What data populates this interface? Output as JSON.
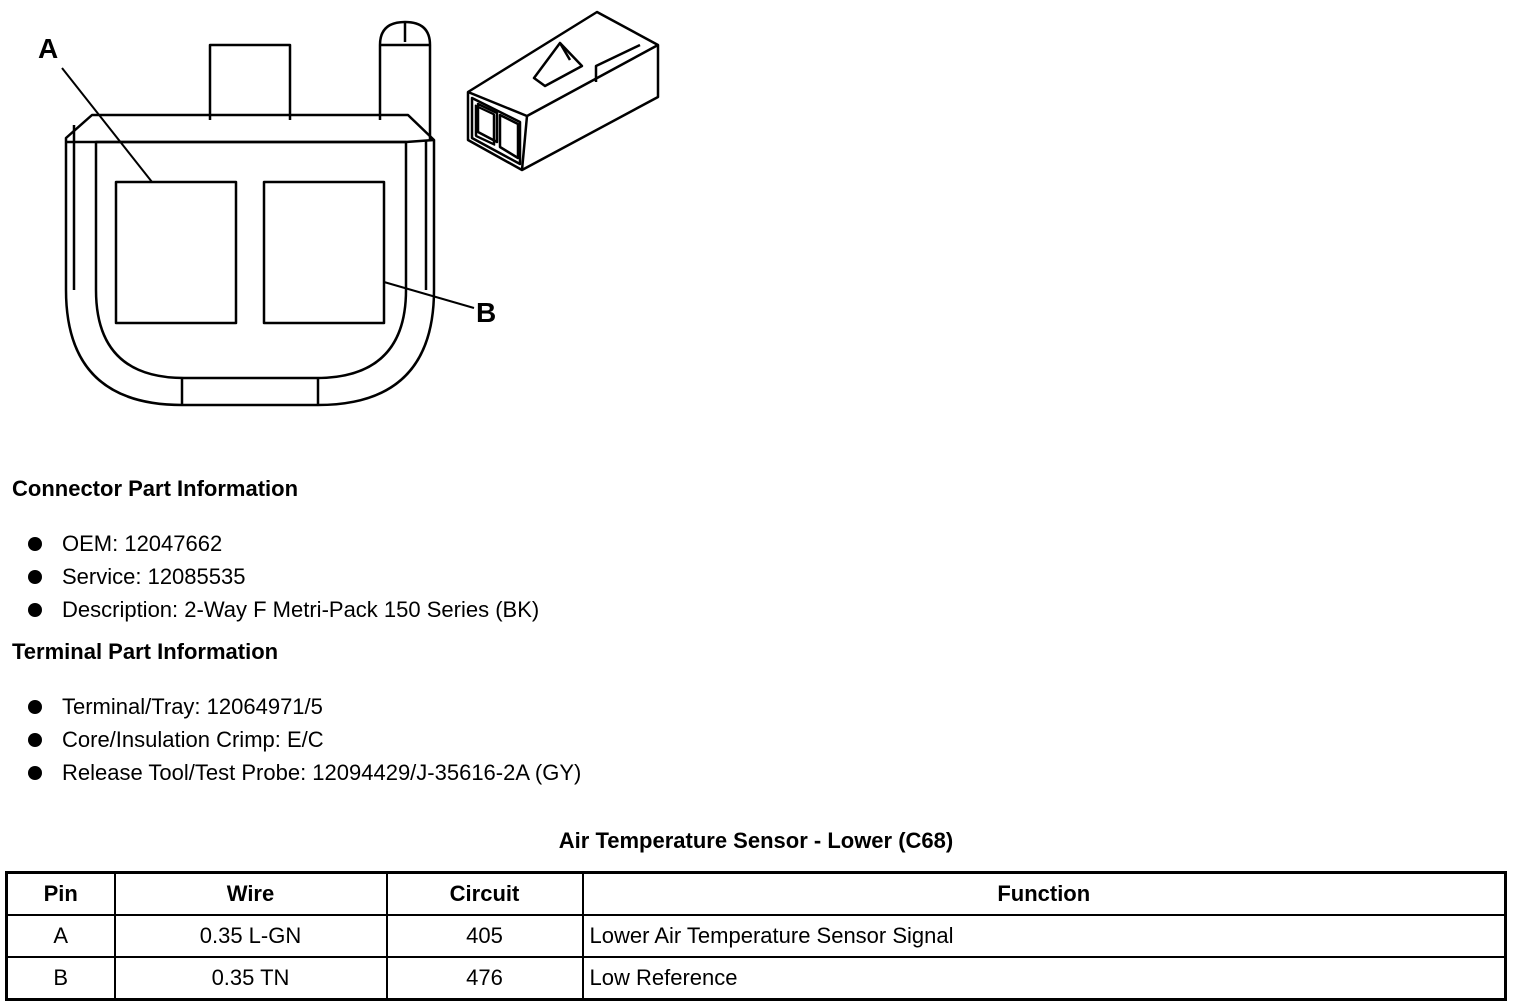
{
  "diagram": {
    "label_a": "A",
    "label_b": "B"
  },
  "connector": {
    "title": "Connector Part Information",
    "items": [
      "OEM: 12047662",
      "Service: 12085535",
      "Description: 2-Way F Metri-Pack 150 Series (BK)"
    ]
  },
  "terminal": {
    "title": "Terminal Part Information",
    "items": [
      "Terminal/Tray: 12064971/5",
      "Core/Insulation Crimp: E/C",
      "Release Tool/Test Probe: 12094429/J-35616-2A (GY)"
    ]
  },
  "table": {
    "title": "Air Temperature Sensor - Lower (C68)",
    "headers": [
      "Pin",
      "Wire",
      "Circuit",
      "Function"
    ],
    "rows": [
      [
        "A",
        "0.35 L-GN",
        "405",
        "Lower Air Temperature Sensor Signal"
      ],
      [
        "B",
        "0.35 TN",
        "476",
        "Low Reference"
      ]
    ]
  }
}
